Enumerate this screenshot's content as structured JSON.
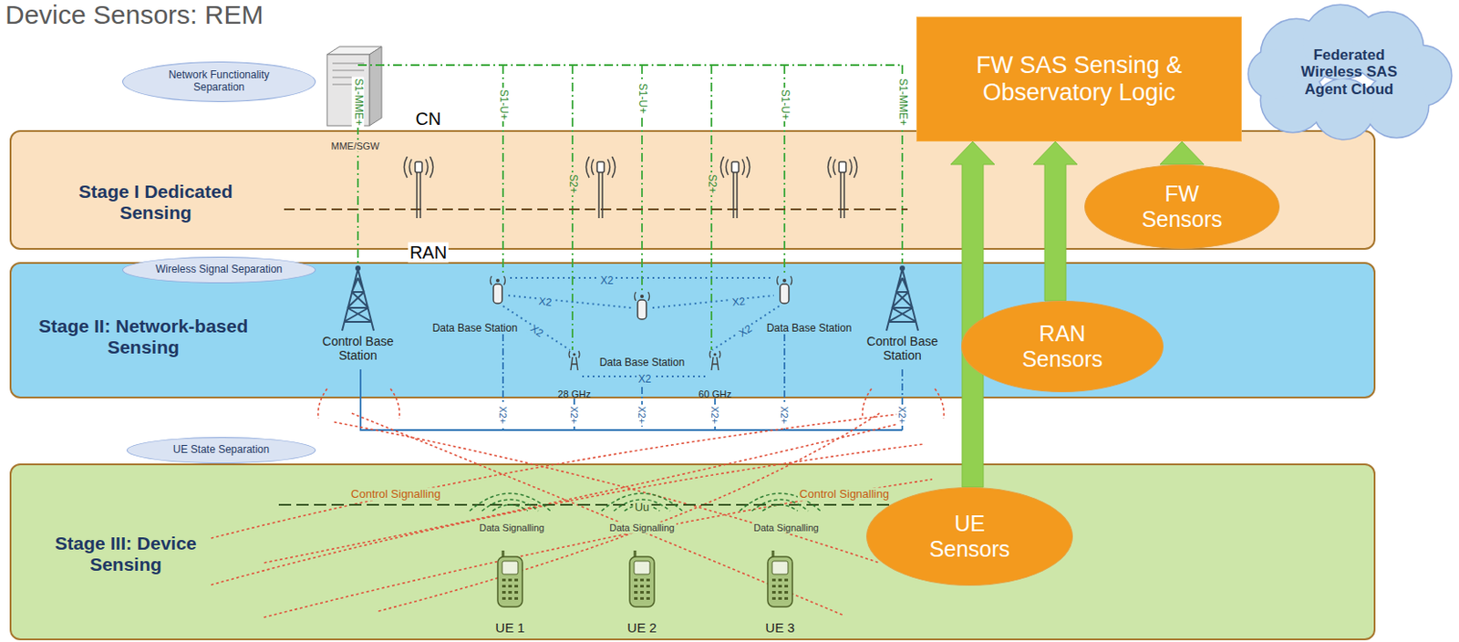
{
  "diagram": {
    "title": "Device Sensors: REM",
    "nodes": [
      {
        "text": [
          "Network Functionality Separation"
        ]
      },
      {
        "text": [
          "FW SAS Sensing & Observatory Logic"
        ]
      },
      {
        "text": [
          "Federated Wireless SAS Agent Cloud"
        ]
      },
      {
        "text": [
          "Stage I Dedicated Sensing"
        ]
      },
      {
        "text": [
          "FW Sensors"
        ],
        "in": 3
      },
      {
        "text": [
          "Wireless Signal Separation"
        ]
      },
      {
        "text": [
          "Stage II: Network-based Sensing"
        ]
      },
      {
        "text": [
          "RAN Sensors"
        ],
        "in": 6
      },
      {
        "text": [
          "UE State Separation"
        ]
      },
      {
        "text": [
          "Stage III: Device Sensing"
        ]
      },
      {
        "text": [
          "UE Sensors"
        ],
        "in": 9
      }
    ],
    "edges": [
      {
        "from": 10,
        "to": 1,
        "arrow": "to"
      },
      {
        "from": 7,
        "to": 1,
        "arrow": "to"
      },
      {
        "from": 4,
        "to": 1,
        "arrow": "to"
      }
    ],
    "labels": [
      "CN",
      "MME/SGW",
      "S1-MME+",
      "S1-U+",
      "S2+",
      "S1-U+",
      "S2+",
      "S1-U+",
      "S1-MME+",
      "RAN",
      "X2",
      "X2",
      "X2",
      "X2",
      "X2",
      "X2",
      "Data Base Station",
      "Data Base Station",
      "Control Base Station",
      "Data Base Station",
      "Control Base Station",
      "28 GHz",
      "60 GHz",
      "X2+",
      "X2+",
      "X2+",
      "X2+",
      "X2+",
      "X2+",
      "Control Signalling",
      "Uu",
      "Control Signalling",
      "Data Signalling",
      "Data Signalling",
      "Data Signalling",
      "UE 1",
      "UE 2",
      "UE 3"
    ]
  }
}
